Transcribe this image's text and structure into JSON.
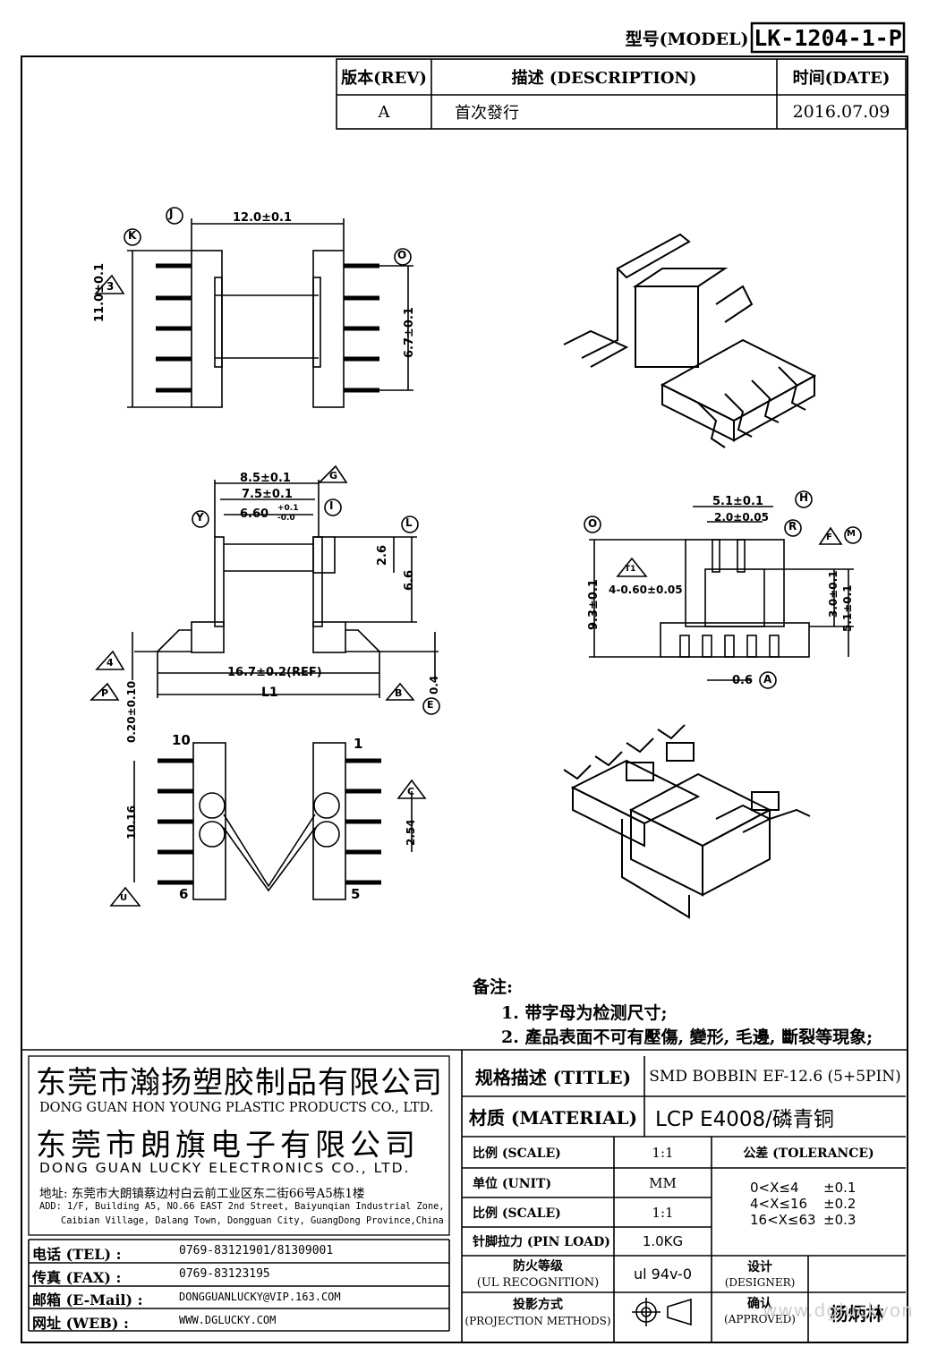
{
  "header": {
    "model_label": "型号(MODEL)",
    "model_value": "LK-1204-1-P"
  },
  "revision_table": {
    "rev_header": "版本(REV)",
    "desc_header": "描述 (DESCRIPTION)",
    "date_header": "时间(DATE)",
    "rev": "A",
    "desc": "首次發行",
    "date": "2016.07.09"
  },
  "drawing": {
    "top_view": {
      "dim_width": "12.0±0.1",
      "dim_height": "11.0±0.1",
      "dim_pin_span": "6.7±0.1",
      "callout_j": "J",
      "callout_k": "K",
      "callout_o": "O",
      "callout_3": "3"
    },
    "front_view": {
      "dim_a": "8.5±0.1",
      "dim_b": "7.5±0.1",
      "dim_c": "6.60",
      "dim_c_tol_up": "+0.1",
      "dim_c_tol_dn": "-0.0",
      "dim_d": "2.6",
      "dim_e": "6.6",
      "dim_f": "16.7±0.2(REF)",
      "dim_l1": "L1",
      "dim_g": "0.20±0.10",
      "dim_h": "0.4",
      "callout_y": "Y",
      "callout_g": "G",
      "callout_i": "I",
      "callout_l": "L",
      "callout_4": "4",
      "callout_p": "P",
      "callout_b": "B",
      "callout_e": "E"
    },
    "side_view": {
      "dim_a": "5.1±0.1",
      "dim_b": "2.0±0.05",
      "dim_c": "9.3±0.1",
      "dim_d": "4-0.60±0.05",
      "dim_e": "3.0±0.1",
      "dim_f": "5.1±0.1",
      "dim_g": "0.6",
      "callout_o": "O",
      "callout_h": "H",
      "callout_r": "R",
      "callout_f": "F",
      "callout_m": "M",
      "callout_t1": "T1",
      "callout_a": "A"
    },
    "bottom_view": {
      "pin_10": "10",
      "pin_1": "1",
      "pin_6": "6",
      "pin_5": "5",
      "dim_a": "10.16",
      "dim_b": "2.54",
      "callout_c": "C",
      "callout_u": "U"
    }
  },
  "notes": {
    "title": "备注:",
    "items": [
      "1. 带字母为检测尺寸;",
      "2. 產品表面不可有壓傷, 變形, 毛邊, 斷裂等現象;"
    ]
  },
  "company": {
    "name_cn_1": "东莞市瀚扬塑胶制品有限公司",
    "name_en_1": "DONG GUAN HON YOUNG PLASTIC PRODUCTS CO., LTD.",
    "name_cn_2": "东莞市朗旗电子有限公司",
    "name_en_2": "DONG GUAN LUCKY ELECTRONICS CO., LTD.",
    "address_cn": "地址: 东莞市大朗镇蔡边村白云前工业区东二街66号A5栋1楼",
    "address_en_1": "ADD: 1/F, Building A5, NO.66 EAST 2nd Street, Baiyunqian Industrial Zone,",
    "address_en_2": "Caibian Village, Dalang Town, Dongguan City, GuangDong Province,China"
  },
  "contact": {
    "tel_label": "电话 (TEL) :",
    "tel_value": "0769-83121901/81309001",
    "fax_label": "传真 (FAX) :",
    "fax_value": "0769-83123195",
    "email_label": "邮箱 (E-Mail) :",
    "email_value": "DONGGUANLUCKY@VIP.163.COM",
    "web_label": "网址 (WEB) :",
    "web_value": "WWW.DGLUCKY.COM"
  },
  "spec": {
    "title_label": "规格描述 (TITLE)",
    "title_value": "SMD BOBBIN EF-12.6 (5+5PIN)",
    "material_label": "材质 (MATERIAL)",
    "material_value": "LCP E4008/磷青铜",
    "scale_label": "比例 (SCALE)",
    "scale_value": "1:1",
    "unit_label": "单位 (UNIT)",
    "unit_value": "MM",
    "scale2_label": "比例 (SCALE)",
    "scale2_value": "1:1",
    "pinload_label": "针脚拉力 (PIN LOAD)",
    "pinload_value": "1.0KG",
    "ul_label_1": "防火等级",
    "ul_label_2": "(UL RECOGNITION)",
    "ul_value": "ul 94v-0",
    "proj_label_1": "投影方式",
    "proj_label_2": "(PROJECTION METHODS)",
    "tolerance_label": "公差 (TOLERANCE)",
    "tol_rows": [
      {
        "range": "0<X≤4",
        "value": "±0.1"
      },
      {
        "range": "4<X≤16",
        "value": "±0.2"
      },
      {
        "range": "16<X≤63",
        "value": "±0.3"
      }
    ],
    "designer_label_1": "设计",
    "designer_label_2": "(DESIGNER)",
    "approved_label_1": "确认",
    "approved_label_2": "(APPROVED)",
    "approved_value": "杨炳林"
  },
  "watermark": "www.dgluckyon"
}
